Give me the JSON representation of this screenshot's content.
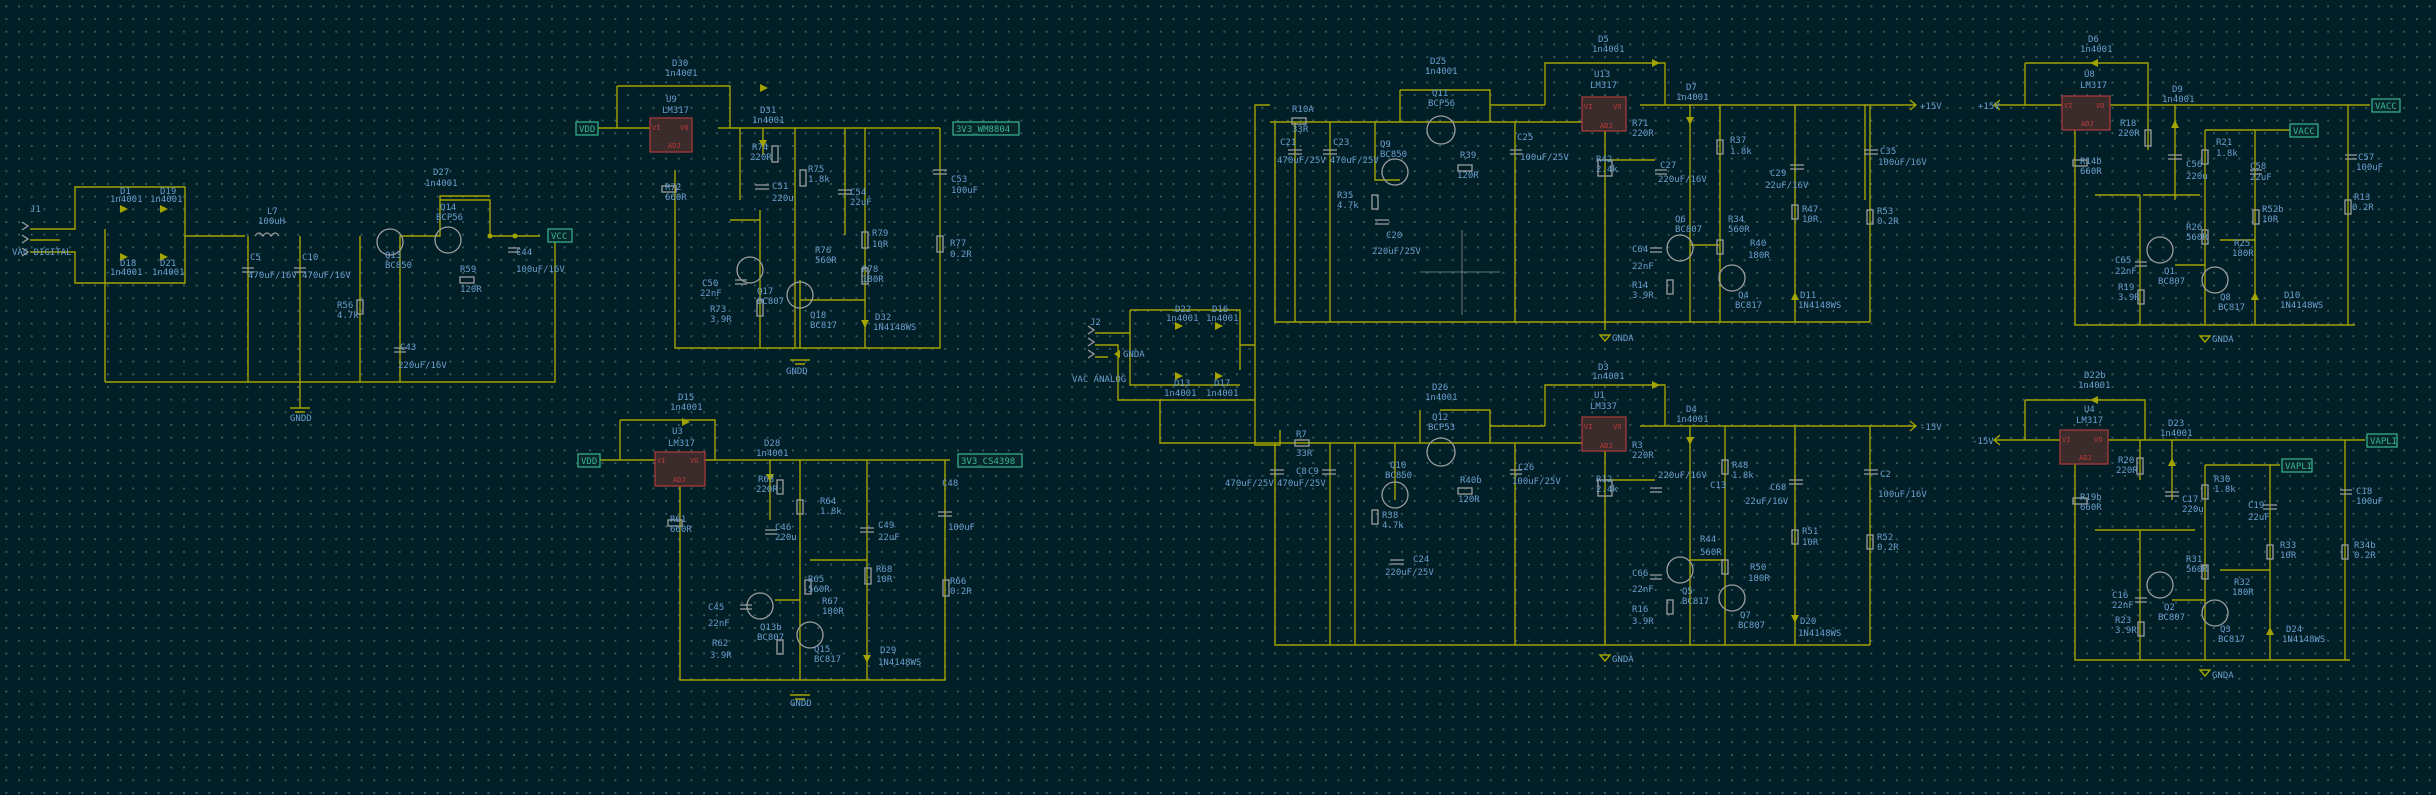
{
  "connectors": [
    {
      "ref": "J1",
      "label": "VAC DIGITAL"
    },
    {
      "ref": "J2",
      "label": "VAC ANALOG"
    }
  ],
  "global_labels": {
    "vcc_1": "VCC",
    "vdd_1": "VDD",
    "v3v3_wm": "3V3_WM8804",
    "vdd_2": "VDD",
    "v3v3_cs": "3V3_CS4398",
    "vacc_1": "VACC",
    "vacc_2": "VACC",
    "vapli": "VAPLI"
  },
  "power_nets": {
    "gndd_1": "GNDD",
    "gndd_2": "GNDD",
    "gndd_3": "GNDD",
    "gnda_1": "GNDA",
    "gnda_2": "GNDA",
    "gnda_3": "GNDA",
    "gnda_4": "GNDA",
    "gnda_5": "GNDA",
    "p15_1": "+15V",
    "p15_2": "+15V",
    "m15_1": "-15V",
    "m15_2": "-15V"
  },
  "blocks": {
    "input_digital": [
      [
        "D1",
        "1n4001"
      ],
      [
        "D19",
        "1n4001"
      ],
      [
        "D18",
        "1n4001"
      ],
      [
        "D21",
        "1n4001"
      ],
      [
        "L7",
        "100uH"
      ],
      [
        "C5",
        "470uF/16V"
      ],
      [
        "C10",
        "470uF/16V"
      ],
      [
        "Q13",
        "BC850"
      ],
      [
        "R56",
        "4.7k"
      ],
      [
        "D27",
        "1n4001"
      ],
      [
        "Q14",
        "BCP56"
      ],
      [
        "R59",
        "120R"
      ],
      [
        "C43",
        "220uF/16V"
      ],
      [
        "C44",
        "100uF/16V"
      ]
    ],
    "reg_wm": [
      [
        "D30",
        "1n4001"
      ],
      [
        "U9",
        "LM317"
      ],
      [
        "R74",
        "220R"
      ],
      [
        "R72",
        "660R"
      ],
      [
        "D31",
        "1n4001"
      ],
      [
        "C51",
        "220u"
      ],
      [
        "R75",
        "1.8k"
      ],
      [
        "C54",
        "22uF"
      ],
      [
        "C53",
        "100uF"
      ],
      [
        "R79",
        "10R"
      ],
      [
        "R77",
        "0.2R"
      ],
      [
        "R76",
        "560R"
      ],
      [
        "C50",
        "22nF"
      ],
      [
        "Q17",
        "BC807"
      ],
      [
        "R73",
        "3.9R"
      ],
      [
        "R78",
        "180R"
      ],
      [
        "Q18",
        "BC817"
      ],
      [
        "D32",
        "1N4148WS"
      ]
    ],
    "reg_cs": [
      [
        "D15",
        "1n4001"
      ],
      [
        "U3",
        "LM317"
      ],
      [
        "R63",
        "220R"
      ],
      [
        "R61",
        "660R"
      ],
      [
        "D28",
        "1n4001"
      ],
      [
        "R64",
        "1.8k"
      ],
      [
        "C46",
        "220u"
      ],
      [
        "C49",
        "22uF"
      ],
      [
        "C48",
        "100uF"
      ],
      [
        "R65",
        "560R"
      ],
      [
        "R68",
        "10R"
      ],
      [
        "R66",
        "0.2R"
      ],
      [
        "C45",
        "22nF"
      ],
      [
        "R67",
        "180R"
      ],
      [
        "Q13b",
        "BC807"
      ],
      [
        "R62",
        "3.9R"
      ],
      [
        "Q15",
        "BC817"
      ],
      [
        "D29",
        "1N4148WS"
      ]
    ],
    "input_analog": [
      [
        "D22",
        "1n4001"
      ],
      [
        "D16",
        "1n4001"
      ],
      [
        "D13",
        "1n4001"
      ],
      [
        "D17",
        "1n4001"
      ]
    ],
    "pos_main": [
      [
        "R10A",
        "33R"
      ],
      [
        "C21",
        "470uF/25V"
      ],
      [
        "C23",
        "470uF/25V"
      ],
      [
        "D25",
        "1n4001"
      ],
      [
        "Q11",
        "BCP56"
      ],
      [
        "Q9",
        "BC850"
      ],
      [
        "R39",
        "120R"
      ],
      [
        "R35",
        "4.7k"
      ],
      [
        "C20",
        "220uF/25V"
      ],
      [
        "C25",
        "100uF/25V"
      ],
      [
        "D5",
        "1n4001"
      ],
      [
        "U13",
        "LM317"
      ],
      [
        "R71",
        "220R"
      ],
      [
        "D7",
        "1n4001"
      ],
      [
        "R42",
        "2.4k"
      ],
      [
        "R37",
        "1.8k"
      ],
      [
        "C27",
        "220uF/16V"
      ],
      [
        "C29",
        "22uF/16V"
      ],
      [
        "C35",
        "100uF/16V"
      ],
      [
        "Q6",
        "BC807"
      ],
      [
        "R34",
        "560R"
      ],
      [
        "R47",
        "10R"
      ],
      [
        "R53",
        "0.2R"
      ],
      [
        "C64",
        "22nF"
      ],
      [
        "R40",
        "180R"
      ],
      [
        "R14",
        "3.9R"
      ],
      [
        "Q4",
        "BC817"
      ],
      [
        "D11",
        "1N4148WS"
      ]
    ],
    "neg_main": [
      [
        "R7",
        "33R"
      ],
      [
        "C8",
        "470uF/25V"
      ],
      [
        "C9",
        "470uF/25V"
      ],
      [
        "D26",
        "1n4001"
      ],
      [
        "Q12",
        "BCP53"
      ],
      [
        "Q10",
        "BC850"
      ],
      [
        "R40b",
        "120R"
      ],
      [
        "R38",
        "4.7k"
      ],
      [
        "C24",
        "220uF/25V"
      ],
      [
        "C26",
        "100uF/25V"
      ],
      [
        "D3",
        "1n4001"
      ],
      [
        "U1",
        "LM337"
      ],
      [
        "R3",
        "220R"
      ],
      [
        "D4",
        "1n4001"
      ],
      [
        "R12",
        "2.4k"
      ],
      [
        "R48",
        "1.8k"
      ],
      [
        "C13",
        "220uF/16V"
      ],
      [
        "C68",
        "22uF/16V"
      ],
      [
        "C2",
        "100uF/16V"
      ],
      [
        "R44",
        "560R"
      ],
      [
        "R51",
        "10R"
      ],
      [
        "R52",
        "0.2R"
      ],
      [
        "C66",
        "22nF"
      ],
      [
        "Q5",
        "BC817"
      ],
      [
        "R50",
        "180R"
      ],
      [
        "R16",
        "3.9R"
      ],
      [
        "Q7",
        "BC807"
      ],
      [
        "D20",
        "1N4148WS"
      ]
    ],
    "vacc": [
      [
        "D6",
        "1n4001"
      ],
      [
        "U8",
        "LM317"
      ],
      [
        "R18",
        "220R"
      ],
      [
        "D9",
        "1n4001"
      ],
      [
        "R21",
        "1.8k"
      ],
      [
        "R14b",
        "660R"
      ],
      [
        "C56",
        "220u"
      ],
      [
        "C58",
        "22uF"
      ],
      [
        "C57",
        "100uF"
      ],
      [
        "R26",
        "560R"
      ],
      [
        "R52b",
        "10R"
      ],
      [
        "R13",
        "0.2R"
      ],
      [
        "C65",
        "22nF"
      ],
      [
        "Q1",
        "BC807"
      ],
      [
        "R25",
        "180R"
      ],
      [
        "R19",
        "3.9R"
      ],
      [
        "Q8",
        "BC817"
      ],
      [
        "D10",
        "1N4148WS"
      ]
    ],
    "vapli": [
      [
        "D22b",
        "1n4001"
      ],
      [
        "U4",
        "LM317"
      ],
      [
        "R20",
        "220R"
      ],
      [
        "D23",
        "1n4001"
      ],
      [
        "R30",
        "1.8k"
      ],
      [
        "R19b",
        "660R"
      ],
      [
        "C17",
        "220u"
      ],
      [
        "C19",
        "22uF"
      ],
      [
        "C18",
        "100uF"
      ],
      [
        "R31",
        "560R"
      ],
      [
        "R33",
        "10R"
      ],
      [
        "R34b",
        "0.2R"
      ],
      [
        "C16",
        "22nF"
      ],
      [
        "Q2",
        "BC807"
      ],
      [
        "R32",
        "180R"
      ],
      [
        "R23",
        "3.9R"
      ],
      [
        "Q3",
        "BC817"
      ],
      [
        "D24",
        "1N4148WS"
      ]
    ]
  }
}
